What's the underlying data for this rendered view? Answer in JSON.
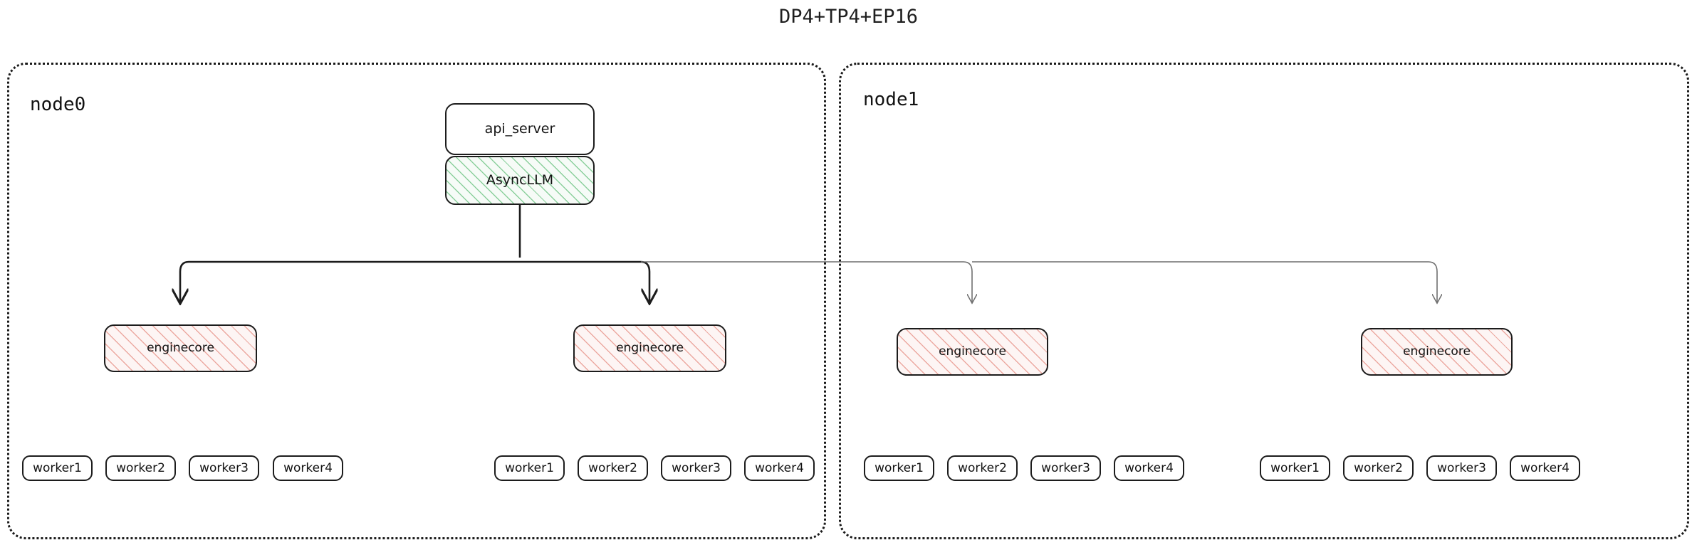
{
  "title": "DP4+TP4+EP16",
  "colors": {
    "node_border": "#1a1a1a",
    "box_border": "#1c1c1c",
    "hatch_green": "#78c88c",
    "hatch_pink": "#e8968c",
    "wire_strong": "#1c1c1c",
    "wire_faint": "#6f6f6f",
    "text": "#121212",
    "background": "#ffffff"
  },
  "nodes": [
    {
      "id": "node0",
      "label": "node0",
      "top_boxes": [
        {
          "name": "api_server",
          "label": "api_server",
          "style": "plain"
        },
        {
          "name": "asyncllm",
          "label": "AsyncLLM",
          "style": "hatch-green"
        }
      ],
      "engines": [
        {
          "label": "enginecore",
          "style": "hatch-pink",
          "workers": [
            "worker1",
            "worker2",
            "worker3",
            "worker4"
          ]
        },
        {
          "label": "enginecore",
          "style": "hatch-pink",
          "workers": [
            "worker1",
            "worker2",
            "worker3",
            "worker4"
          ]
        }
      ]
    },
    {
      "id": "node1",
      "label": "node1",
      "top_boxes": [],
      "engines": [
        {
          "label": "enginecore",
          "style": "hatch-pink",
          "workers": [
            "worker1",
            "worker2",
            "worker3",
            "worker4"
          ]
        },
        {
          "label": "enginecore",
          "style": "hatch-pink",
          "workers": [
            "worker1",
            "worker2",
            "worker3",
            "worker4"
          ]
        }
      ]
    }
  ]
}
